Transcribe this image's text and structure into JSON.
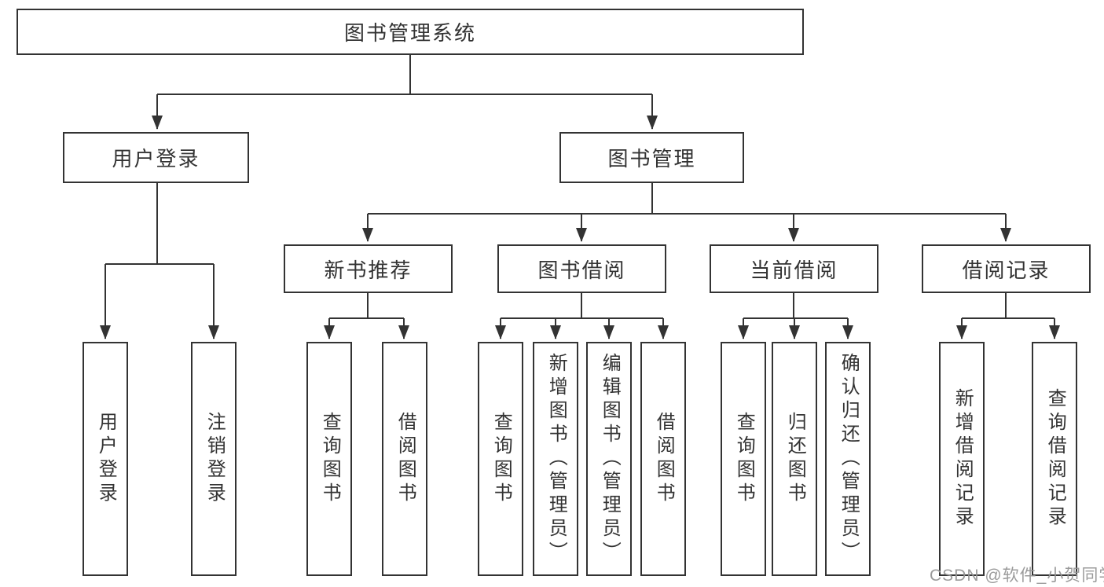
{
  "diagram": {
    "label": "图书管理系统",
    "children": [
      {
        "label": "用户登录",
        "children": [
          {
            "label": "用户登录"
          },
          {
            "label": "注销登录"
          }
        ]
      },
      {
        "label": "图书管理",
        "children": [
          {
            "label": "新书推荐",
            "children": [
              {
                "label": "查询图书"
              },
              {
                "label": "借阅图书"
              }
            ]
          },
          {
            "label": "图书借阅",
            "children": [
              {
                "label": "查询图书"
              },
              {
                "label": "新增图书（管理员）"
              },
              {
                "label": "编辑图书（管理员）"
              },
              {
                "label": "借阅图书"
              }
            ]
          },
          {
            "label": "当前借阅",
            "children": [
              {
                "label": "查询图书"
              },
              {
                "label": "归还图书"
              },
              {
                "label": "确认归还（管理员）"
              }
            ]
          },
          {
            "label": "借阅记录",
            "children": [
              {
                "label": "新增借阅记录"
              },
              {
                "label": "查询借阅记录"
              }
            ]
          }
        ]
      }
    ]
  },
  "watermark": {
    "text": "CSDN @软件_小贺同学",
    "color": "#969696"
  },
  "colors": {
    "line": "#333333",
    "box_border": "#333333",
    "text": "#333333",
    "background": "#ffffff"
  }
}
